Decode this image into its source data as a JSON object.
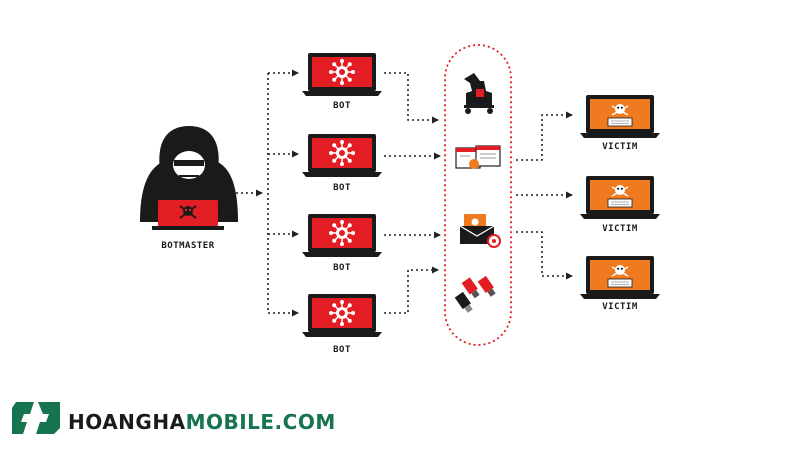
{
  "labels": {
    "botmaster": "BOTMASTER",
    "bots": [
      "BOT",
      "BOT",
      "BOT",
      "BOT"
    ],
    "victims": [
      "VICTIM",
      "VICTIM",
      "VICTIM"
    ]
  },
  "brand": {
    "part1": "HOANGHA",
    "part2": "MOBILE.COM"
  },
  "icons": {
    "attack_vectors": [
      "trojan-horse-icon",
      "fake-webpage-icon",
      "phishing-email-icon",
      "usb-drive-icon"
    ],
    "bot_screen": "virus-icon",
    "victim_screen": "skull-crossbones-icon"
  },
  "colors": {
    "bot_screen": "#e31d24",
    "victim_screen": "#f07a1f",
    "arrow": "#222222",
    "pill_border": "#e31d24",
    "brand_green": "#16744f"
  }
}
